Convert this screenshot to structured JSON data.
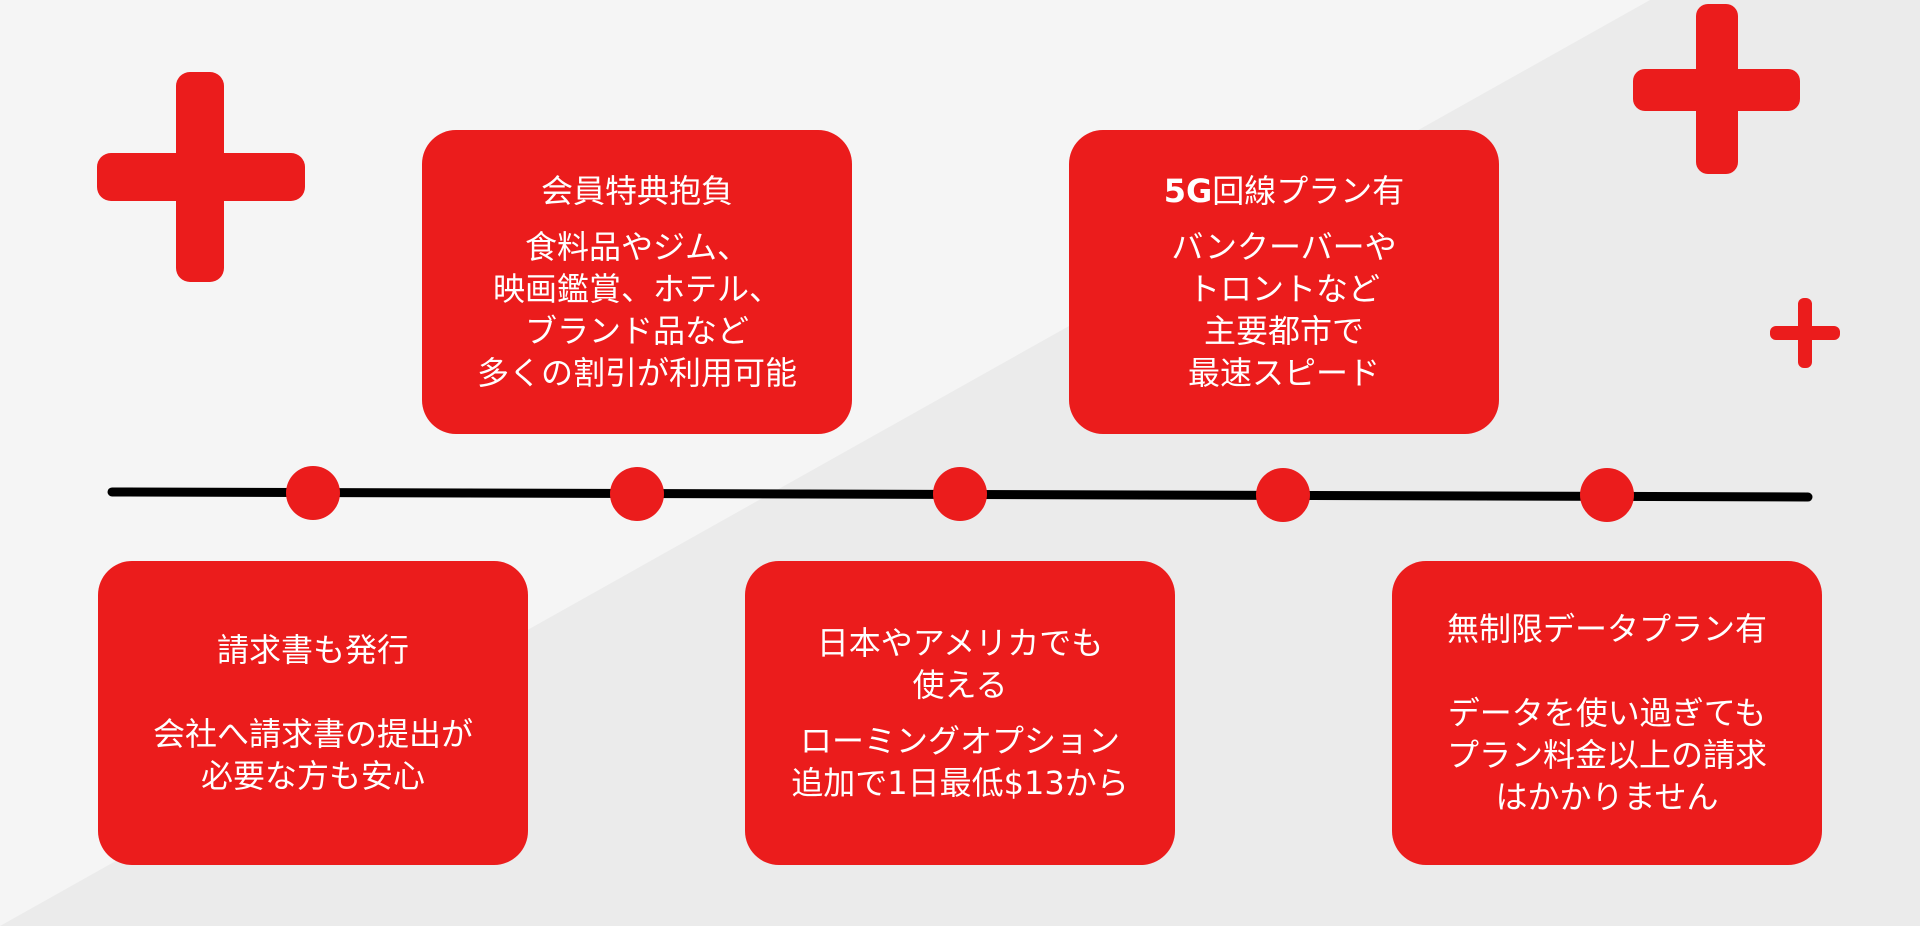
{
  "colors": {
    "accent": "#eb1c1c",
    "line": "#000000",
    "bg_light": "#f5f5f5",
    "bg_dark": "#ebebeb"
  },
  "cards": {
    "billing": {
      "title": "請求書も発行",
      "body": "会社へ請求書の提出が\n必要な方も安心"
    },
    "member": {
      "title": "会員特典抱負",
      "body": "食料品やジム、\n映画鑑賞、ホテル、\nブランド品など\n多くの割引が利用可能"
    },
    "roaming": {
      "title": "日本やアメリカでも\n使える",
      "body": "ローミングオプション\n追加で1日最低$13から"
    },
    "fiveg": {
      "title_bold": "5G",
      "title_rest": "回線プラン有",
      "body": "バンクーバーや\nトロントなど\n主要都市で\n最速スピード"
    },
    "unlimited": {
      "title": "無制限データプラン有",
      "body": "データを使い過ぎても\nプラン料金以上の請求\nはかかりません"
    }
  },
  "decorations": {
    "plus_signs": [
      "plus-icon",
      "plus-icon",
      "plus-icon"
    ],
    "timeline_dots": 5
  }
}
